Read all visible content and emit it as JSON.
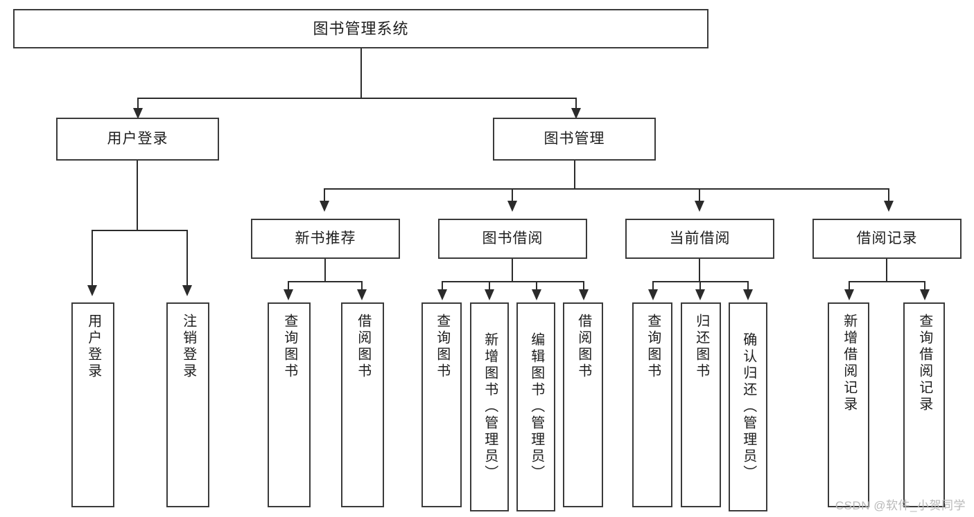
{
  "diagram": {
    "type": "tree",
    "title": "图书管理系统",
    "root": {
      "label": "图书管理系统"
    },
    "level2": [
      {
        "label": "用户登录"
      },
      {
        "label": "图书管理"
      }
    ],
    "level3": [
      {
        "label": "新书推荐"
      },
      {
        "label": "图书借阅"
      },
      {
        "label": "当前借阅"
      },
      {
        "label": "借阅记录"
      }
    ],
    "leaves": {
      "user_login": [
        {
          "label": "用户登录"
        },
        {
          "label": "注销登录"
        }
      ],
      "new_book_recommend": [
        {
          "label": "查询图书"
        },
        {
          "label": "借阅图书"
        }
      ],
      "book_borrow": [
        {
          "label": "查询图书"
        },
        {
          "label": "新增图书（管理员）"
        },
        {
          "label": "编辑图书（管理员）"
        },
        {
          "label": "借阅图书"
        }
      ],
      "current_borrow": [
        {
          "label": "查询图书"
        },
        {
          "label": "归还图书"
        },
        {
          "label": "确认归还（管理员）"
        }
      ],
      "borrow_record": [
        {
          "label": "新增借阅记录"
        },
        {
          "label": "查询借阅记录"
        }
      ]
    }
  },
  "watermark": {
    "text": "CSDN @软件_小贺同学"
  },
  "colors": {
    "box_border": "#3a3a3a",
    "connector": "#2b2b2b",
    "background": "#ffffff",
    "text": "#1d1d1d",
    "watermark": "#b9b9b9"
  }
}
